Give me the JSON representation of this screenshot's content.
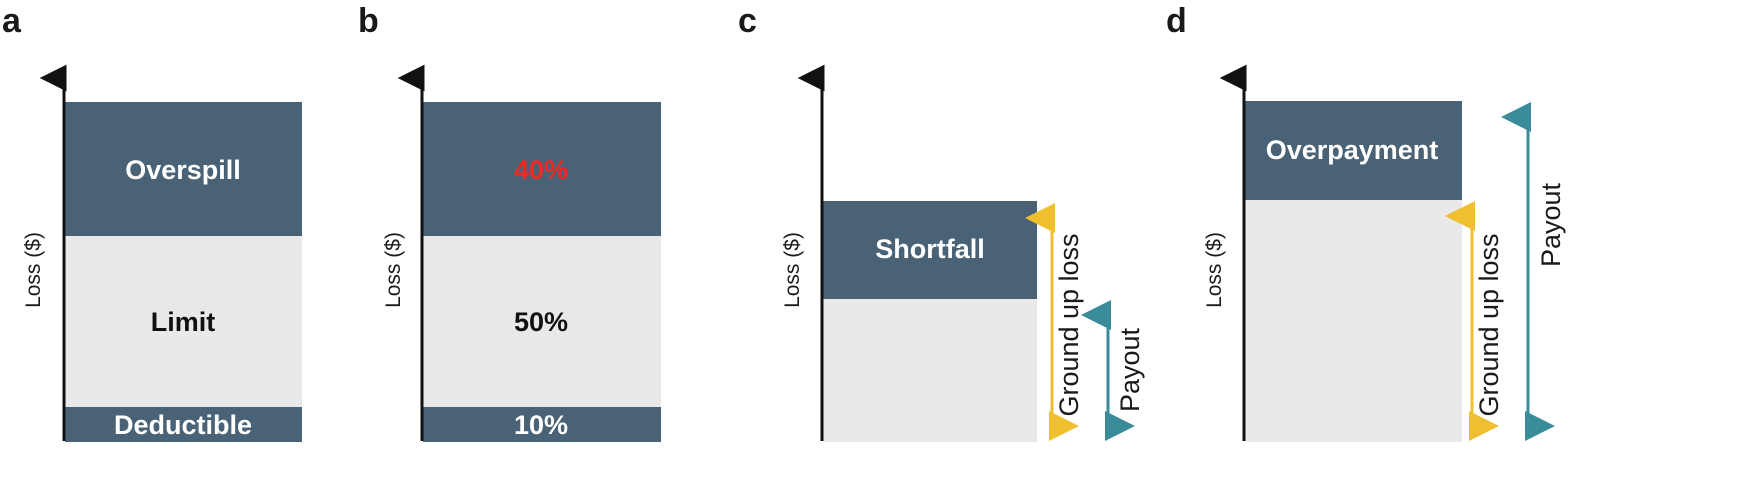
{
  "colors": {
    "dark_block": "#4a6275",
    "light_block": "#e8e9e8",
    "highlight_text": "#ee2a24",
    "ground_up_arrow": "#efbf2f",
    "payout_arrow": "#3a8c9b"
  },
  "panels": [
    {
      "letter": "a",
      "axis_label": "Loss ($)",
      "blocks": [
        {
          "label": "Overspill",
          "shade": "dark"
        },
        {
          "label": "Limit",
          "shade": "light"
        },
        {
          "label": "Deductible",
          "shade": "dark"
        }
      ]
    },
    {
      "letter": "b",
      "axis_label": "Loss ($)",
      "blocks": [
        {
          "label": "40%",
          "shade": "dark",
          "highlight": true
        },
        {
          "label": "50%",
          "shade": "light"
        },
        {
          "label": "10%",
          "shade": "dark"
        }
      ]
    },
    {
      "letter": "c",
      "axis_label": "Loss ($)",
      "blocks": [
        {
          "label": "Shortfall",
          "shade": "dark"
        },
        {
          "label": "",
          "shade": "light"
        }
      ],
      "arrows": [
        {
          "label": "Ground up loss",
          "color": "ground_up"
        },
        {
          "label": "Payout",
          "color": "payout"
        }
      ]
    },
    {
      "letter": "d",
      "axis_label": "Loss ($)",
      "blocks": [
        {
          "label": "Overpayment",
          "shade": "dark"
        },
        {
          "label": "",
          "shade": "light"
        }
      ],
      "arrows": [
        {
          "label": "Ground up loss",
          "color": "ground_up"
        },
        {
          "label": "Payout",
          "color": "payout"
        }
      ]
    }
  ]
}
